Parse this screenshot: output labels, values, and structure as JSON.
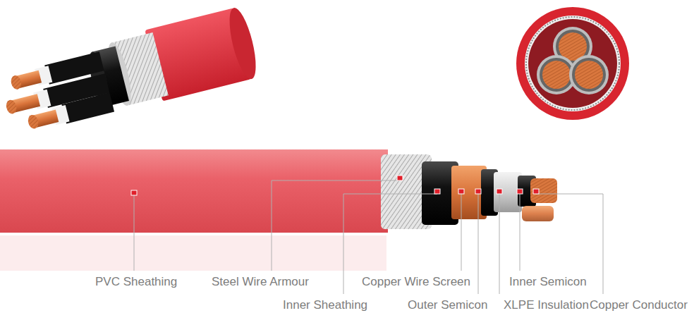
{
  "diagram": {
    "labels": [
      "PVC Sheathing",
      "Steel Wire Armour",
      "Copper Wire Screen",
      "Inner Semicon",
      "Inner Sheathing",
      "Outer Semicon",
      "XLPE Insulation",
      "Copper Conductor"
    ]
  }
}
